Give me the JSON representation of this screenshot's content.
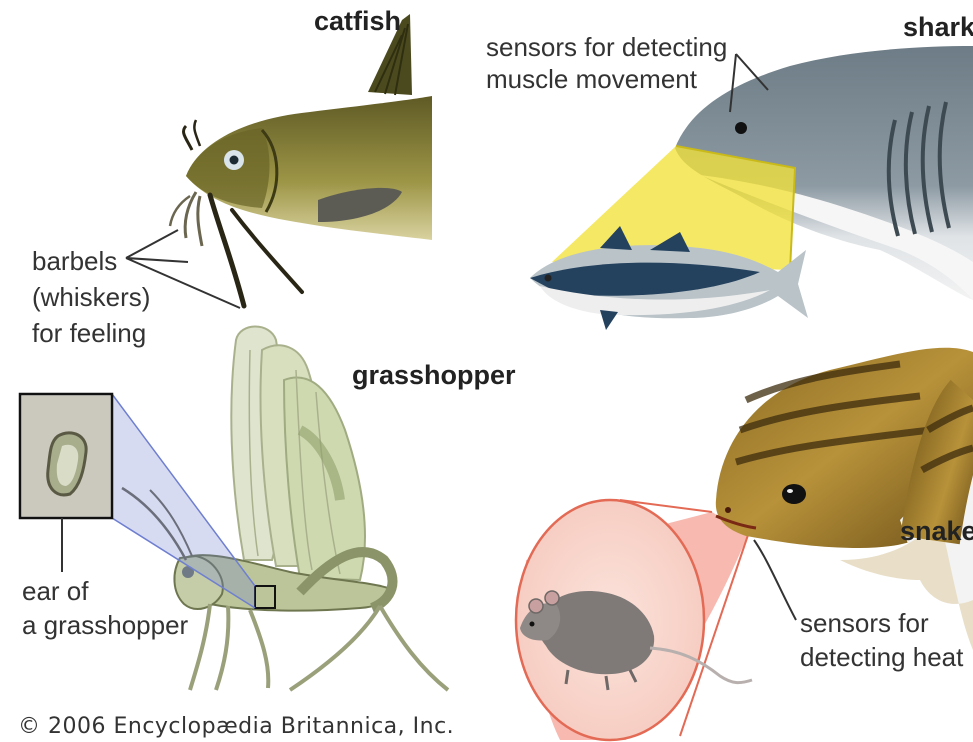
{
  "titles": {
    "catfish": "catfish",
    "shark": "shark",
    "grasshopper": "grasshopper",
    "snake": "snake"
  },
  "labels": {
    "barbels_l1": "barbels",
    "barbels_l2": "(whiskers)",
    "barbels_l3": "for feeling",
    "shark_sensors_l1": "sensors for detecting",
    "shark_sensors_l2": "muscle movement",
    "ear_l1": "ear of",
    "ear_l2": "a grasshopper",
    "snake_sensors_l1": "sensors for",
    "snake_sensors_l2": "detecting heat"
  },
  "credit": "© 2006 Encyclopædia Britannica, Inc.",
  "colors": {
    "shark_field": "#f2e23a",
    "snake_field": "#f08070",
    "ear_zoom": "#6f7fd0"
  }
}
